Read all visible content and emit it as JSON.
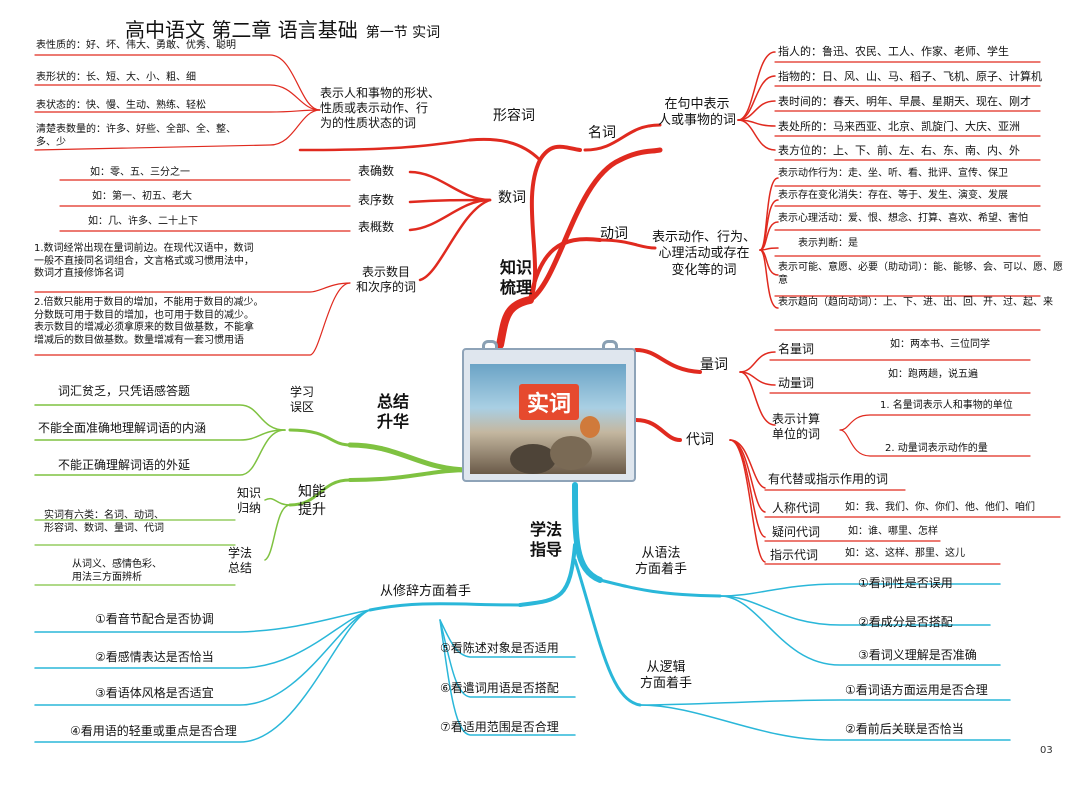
{
  "title": {
    "main": "高中语文 第二章 语言基础",
    "sub": "第一节 实词"
  },
  "center": {
    "label": "实词",
    "zhishi": "知识\n梳理",
    "zongjie": "总结\n升华",
    "xuefa": "学法\n指导"
  },
  "noun": {
    "label": "名词",
    "desc": "在句中表示\n人或事物的词",
    "items": [
      "指人的：鲁迅、农民、工人、作家、老师、学生",
      "指物的：日、风、山、马、稻子、飞机、原子、计算机",
      "表时间的：春天、明年、早晨、星期天、现在、刚才",
      "表处所的：马来西亚、北京、凯旋门、大庆、亚洲",
      "表方位的：上、下、前、左、右、东、南、内、外"
    ]
  },
  "verb": {
    "label": "动词",
    "desc": "表示动作、行为、\n心理活动或存在\n变化等的词",
    "items": [
      "表示动作行为：走、坐、听、看、批评、宣传、保卫",
      "表示存在变化消失：存在、等于、发生、演变、发展",
      "表示心理活动：爱、恨、想念、打算、喜欢、希望、害怕",
      "表示判断：是",
      "表示可能、意愿、必要（助动词）：能、能够、会、可以、愿、愿意",
      "表示趋向（趋向动词）：上、下、进、出、回、开、过、起、来"
    ]
  },
  "measure": {
    "label": "量词",
    "items": [
      {
        "k": "名量词",
        "v": "如：两本书、三位同学"
      },
      {
        "k": "动量词",
        "v": "如：跑两趟，说五遍"
      },
      {
        "k": "表示计算\n单位的词",
        "v": "1. 名量词表示人和事物的单位",
        "v2": "2. 动量词表示动作的量"
      }
    ]
  },
  "pronoun": {
    "label": "代词",
    "items": [
      {
        "k": "有代替或指示作用的词",
        "v": ""
      },
      {
        "k": "人称代词",
        "v": "如：我、我们、你、你们、他、他们、咱们"
      },
      {
        "k": "疑问代词",
        "v": "如：谁、哪里、怎样"
      },
      {
        "k": "指示代词",
        "v": "如：这、这样、那里、这儿"
      }
    ]
  },
  "adj": {
    "label": "形容词",
    "desc": "表示人和事物的形状、\n性质或表示动作、行\n为的性质状态的词",
    "items": [
      "表性质的：好、坏、伟大、勇敢、优秀、聪明",
      "表形状的：长、短、大、小、粗、细",
      "表状态的：快、慢、生动、熟练、轻松",
      "清楚表数量的：许多、好些、全部、全、整、\n多、少"
    ]
  },
  "numeral": {
    "label": "数词",
    "items": [
      {
        "k": "表确数",
        "v": "如：零、五、三分之一"
      },
      {
        "k": "表序数",
        "v": "如：第一、初五、老大"
      },
      {
        "k": "表概数",
        "v": "如：几、许多、二十上下"
      }
    ],
    "desc": "表示数目\n和次序的词",
    "notes": [
      "1.数词经常出现在量词前边。在现代汉语中，数词\n一般不直接同名词组合，文言格式或习惯用法中，\n数词才直接修饰名词",
      "2.倍数只能用于数目的增加，不能用于数目的减少。\n分数既可用于数目的增加，也可用于数目的减少。\n表示数目的增减必须拿原来的数目做基数，不能拿\n增减后的数目做基数。数量增减有一套习惯用语"
    ]
  },
  "summary": {
    "wuqu": "学习\n误区",
    "wuqu_items": [
      "词汇贫乏，只凭语感答题",
      "不能全面准确地理解词语的内涵",
      "不能正确理解词语的外延"
    ],
    "tisheng": "知能\n提升",
    "guina": "知识\n归纳",
    "guina_text": "实词有六类：名词、动词、\n形容词、数词、量词、代词",
    "zongjie": "学法\n总结",
    "zongjie_text": "从词义、感情色彩、\n用法三方面辨析"
  },
  "method": {
    "xiuci": "从修辞方面着手",
    "xiuci_left": [
      "①看音节配合是否协调",
      "②看感情表达是否恰当",
      "③看语体风格是否适宜",
      "④看用语的轻重或重点是否合理"
    ],
    "xiuci_right": [
      "⑤看陈述对象是否适用",
      "⑥看遣词用语是否搭配",
      "⑦看适用范围是否合理"
    ],
    "yufa": "从语法\n方面着手",
    "yufa_items": [
      "①看词性是否误用",
      "②看成分是否搭配",
      "③看词义理解是否准确"
    ],
    "luoji": "从逻辑\n方面着手",
    "luoji_items": [
      "①看词语方面运用是否合理",
      "②看前后关联是否恰当"
    ]
  },
  "page_number": "03",
  "colors": {
    "red": "#e02a1f",
    "green": "#7fc241",
    "cyan": "#2ab7d9"
  }
}
